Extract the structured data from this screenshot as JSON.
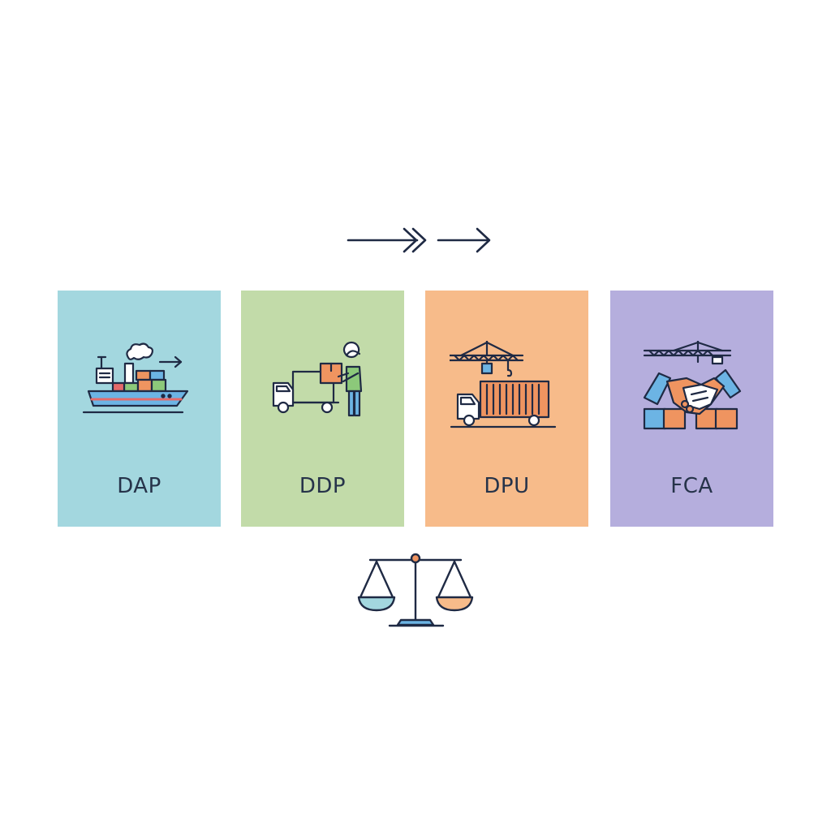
{
  "colors": {
    "stroke": "#1f2a44",
    "dap": "#a3d7df",
    "ddp": "#c2dba9",
    "dpu": "#f7bb8a",
    "fca": "#b5aedd",
    "accent_blue": "#6cb4e4",
    "accent_orange": "#ef9460",
    "accent_green": "#8cc97a",
    "accent_red": "#e56a6a"
  },
  "cards": [
    {
      "label": "DAP",
      "icon": "cargo-ship-icon"
    },
    {
      "label": "DDP",
      "icon": "delivery-person-icon"
    },
    {
      "label": "DPU",
      "icon": "crane-truck-icon"
    },
    {
      "label": "FCA",
      "icon": "handshake-icon"
    }
  ],
  "decor": {
    "top": "flow-arrows-icon",
    "bottom": "balance-scale-icon"
  }
}
